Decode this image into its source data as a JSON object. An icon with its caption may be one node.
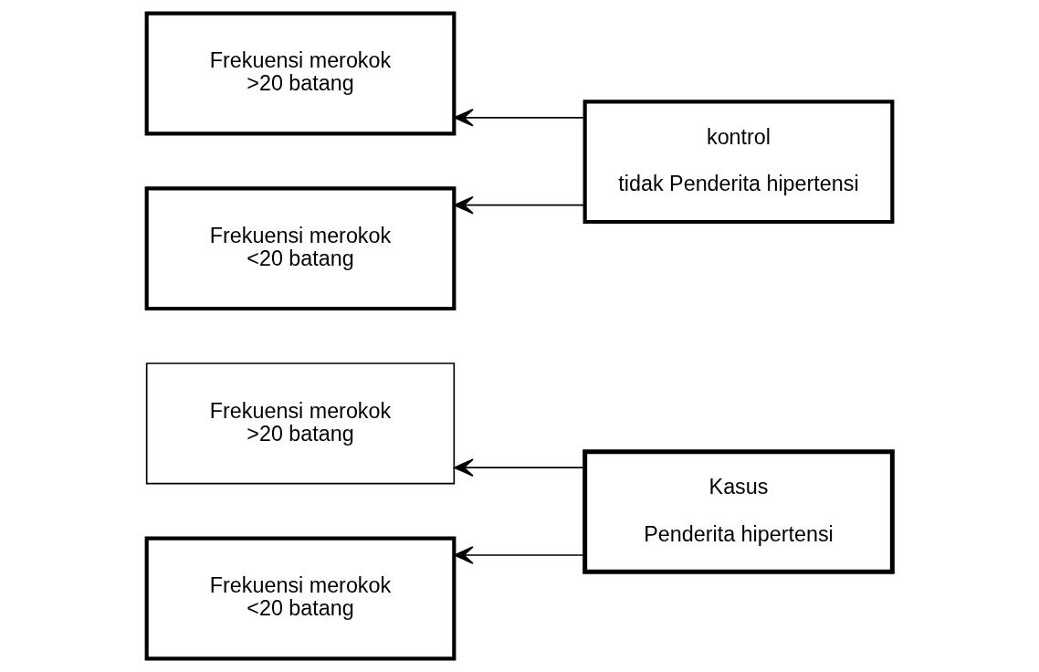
{
  "diagram": {
    "nodes": [
      {
        "text": [
          "Frekuensi merokok >20 batang"
        ]
      },
      {
        "text": [
          "Frekuensi merokok <20 batang"
        ]
      },
      {
        "text": [
          "Kasus",
          "Penderita hipertensi"
        ]
      },
      {
        "text": [
          "Frekuensi merokok >20 batang"
        ]
      },
      {
        "text": [
          "Frekuensi merokok <20 batang"
        ]
      },
      {
        "text": [
          "kontrol",
          "tidak Penderita hipertensi"
        ]
      }
    ],
    "edges": [
      {
        "from": 2,
        "to": 0,
        "arrow": "to"
      },
      {
        "from": 2,
        "to": 1,
        "arrow": "to"
      },
      {
        "from": 5,
        "to": 3,
        "arrow": "to"
      },
      {
        "from": 5,
        "to": 4,
        "arrow": "to"
      }
    ]
  }
}
